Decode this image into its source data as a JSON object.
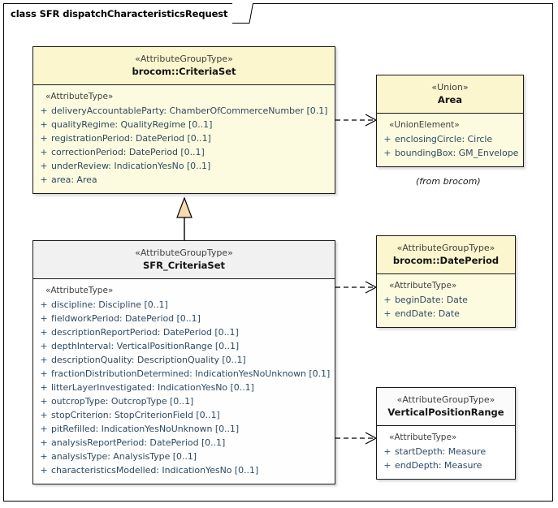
{
  "frame": {
    "tab_label": "class SFR dispatchCharacteristicsRequest"
  },
  "nodes": {
    "criteriaSet": {
      "stereotype": "«AttributeGroupType»",
      "title": "brocom::CriteriaSet",
      "group_label": "«AttributeType»",
      "attributes": [
        {
          "visibility": "+",
          "text": "deliveryAccountableParty: ChamberOfCommerceNumber [0.1]"
        },
        {
          "visibility": "+",
          "text": "qualityRegime: QualityRegime [0..1]"
        },
        {
          "visibility": "+",
          "text": "registrationPeriod: DatePeriod [0..1]"
        },
        {
          "visibility": "+",
          "text": "correctionPeriod: DatePeriod [0..1]"
        },
        {
          "visibility": "+",
          "text": "underReview: IndicationYesNo [0..1]"
        },
        {
          "visibility": "+",
          "text": "area: Area"
        }
      ]
    },
    "area": {
      "stereotype": "«Union»",
      "title": "Area",
      "group_label": "«UnionElement»",
      "attributes": [
        {
          "visibility": "+",
          "text": "enclosingCircle: Circle"
        },
        {
          "visibility": "+",
          "text": "boundingBox: GM_Envelope"
        }
      ],
      "caption": "(from brocom)"
    },
    "sfrCriteriaSet": {
      "stereotype": "«AttributeGroupType»",
      "title": "SFR_CriteriaSet",
      "group_label": "«AttributeType»",
      "attributes": [
        {
          "visibility": "+",
          "text": "discipline: Discipline [0..1]"
        },
        {
          "visibility": "+",
          "text": "fieldworkPeriod: DatePeriod [0..1]"
        },
        {
          "visibility": "+",
          "text": "descriptionReportPeriod: DatePeriod [0..1]"
        },
        {
          "visibility": "+",
          "text": "depthInterval: VerticalPositionRange [0..1]"
        },
        {
          "visibility": "+",
          "text": "descriptionQuality: DescriptionQuality [0..1]"
        },
        {
          "visibility": "+",
          "text": "fractionDistributionDetermined: IndicationYesNoUnknown [0.1]"
        },
        {
          "visibility": "+",
          "text": "litterLayerInvestigated: IndicationYesNo [0..1]"
        },
        {
          "visibility": "+",
          "text": "outcropType: OutcropType [0..1]"
        },
        {
          "visibility": "+",
          "text": "stopCriterion: StopCriterionField [0..1]"
        },
        {
          "visibility": "+",
          "text": "pitRefilled: IndicationYesNoUnknown [0..1]"
        },
        {
          "visibility": "+",
          "text": "analysisReportPeriod: DatePeriod [0..1]"
        },
        {
          "visibility": "+",
          "text": "analysisType: AnalysisType [0..1]"
        },
        {
          "visibility": "+",
          "text": "characteristicsModelled: IndicationYesNo [0..1]"
        }
      ]
    },
    "datePeriod": {
      "stereotype": "«AttributeGroupType»",
      "title": "brocom::DatePeriod",
      "group_label": "«AttributeType»",
      "attributes": [
        {
          "visibility": "+",
          "text": "beginDate: Date"
        },
        {
          "visibility": "+",
          "text": "endDate: Date"
        }
      ]
    },
    "verticalPositionRange": {
      "stereotype": "«AttributeGroupType»",
      "title": "VerticalPositionRange",
      "group_label": "«AttributeType»",
      "attributes": [
        {
          "visibility": "+",
          "text": "startDepth: Measure"
        },
        {
          "visibility": "+",
          "text": "endDepth: Measure"
        }
      ]
    }
  },
  "connectors": [
    {
      "name": "generalization-sfr-to-criteriaset",
      "kind": "generalization"
    },
    {
      "name": "dependency-criteriaset-to-area",
      "kind": "dependency"
    },
    {
      "name": "dependency-sfr-to-dateperiod",
      "kind": "dependency"
    },
    {
      "name": "dependency-sfr-to-verticalpositionrange",
      "kind": "dependency"
    }
  ],
  "colors": {
    "node_fill_yellow_header": "#fbf6cd",
    "node_fill_yellow_body": "#fdfbdf",
    "node_fill_gray_header": "#f1f1f1",
    "node_fill_white_body": "#ffffff",
    "border": "#1a1a1a",
    "attribute_text": "#2e4a62",
    "stereotype_text": "#3f3f3f",
    "generalization_triangle_fill": "#f6dbb0"
  }
}
